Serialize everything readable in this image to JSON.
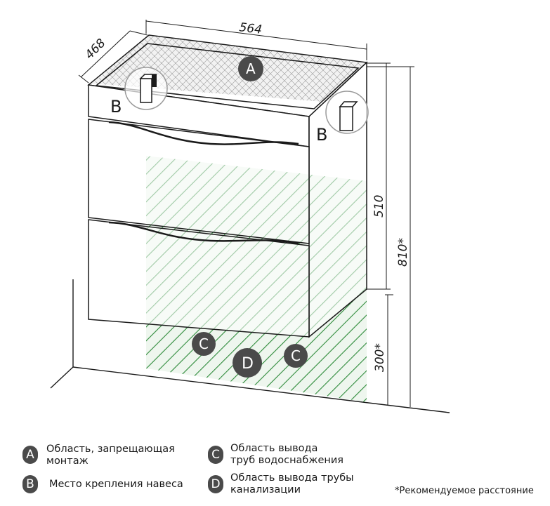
{
  "dimensions": {
    "width": "564",
    "depth": "468",
    "height": "510",
    "total_height": "810*",
    "floor_gap": "300*"
  },
  "markers": {
    "a": "A",
    "b": "B",
    "c": "C",
    "d": "D"
  },
  "legend": {
    "a_text_line1": "Область, запрещающая",
    "a_text_line2": "монтаж",
    "b_text": "Место крепления навеса",
    "c_text_line1": "Область вывода",
    "c_text_line2": "труб водоснабжения",
    "d_text_line1": "Область вывода трубы",
    "d_text_line2": "канализации"
  },
  "footnote": "*Рекомендуемое расстояние",
  "colors": {
    "line": "#1a1a1a",
    "hatch_green": "#2e8b3a",
    "hatch_fill": "#eef6ee",
    "marker_fill": "#4a4a4a"
  }
}
